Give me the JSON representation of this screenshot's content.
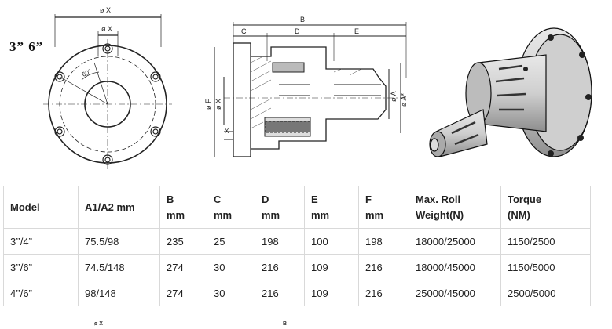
{
  "drawing": {
    "size_label": "3”  6”",
    "front_view": {
      "dim_outer": "ø X",
      "dim_inner": "ø X",
      "angle": "60°"
    },
    "section_view": {
      "dim_b": "B",
      "dim_c": "C",
      "dim_d": "D",
      "dim_e": "E",
      "dim_f": "ø F",
      "dim_x_left": "ø X",
      "dim_x_small": "X",
      "dim_a": "ø A",
      "dim_a_star": "ø A*"
    }
  },
  "table": {
    "headers": [
      [
        "Model"
      ],
      [
        "A1/A2 mm"
      ],
      [
        "B",
        "mm"
      ],
      [
        "C",
        "mm"
      ],
      [
        "D",
        "mm"
      ],
      [
        "E",
        "mm"
      ],
      [
        "F",
        "mm"
      ],
      [
        "Max. Roll",
        "Weight(N)"
      ],
      [
        "Torque",
        "(NM)"
      ]
    ],
    "rows": [
      [
        "3’’/4”",
        "75.5/98",
        "235",
        "25",
        "198",
        "100",
        "198",
        "18000/25000",
        "1150/2500"
      ],
      [
        "3’’/6”",
        "74.5/148",
        "274",
        "30",
        "216",
        "109",
        "216",
        "18000/45000",
        "1150/5000"
      ],
      [
        "4’’/6”",
        "98/148",
        "274",
        "30",
        "216",
        "109",
        "216",
        "25000/45000",
        "2500/5000"
      ]
    ]
  },
  "footer": {
    "label_x": "ø X",
    "label_b": "B"
  }
}
